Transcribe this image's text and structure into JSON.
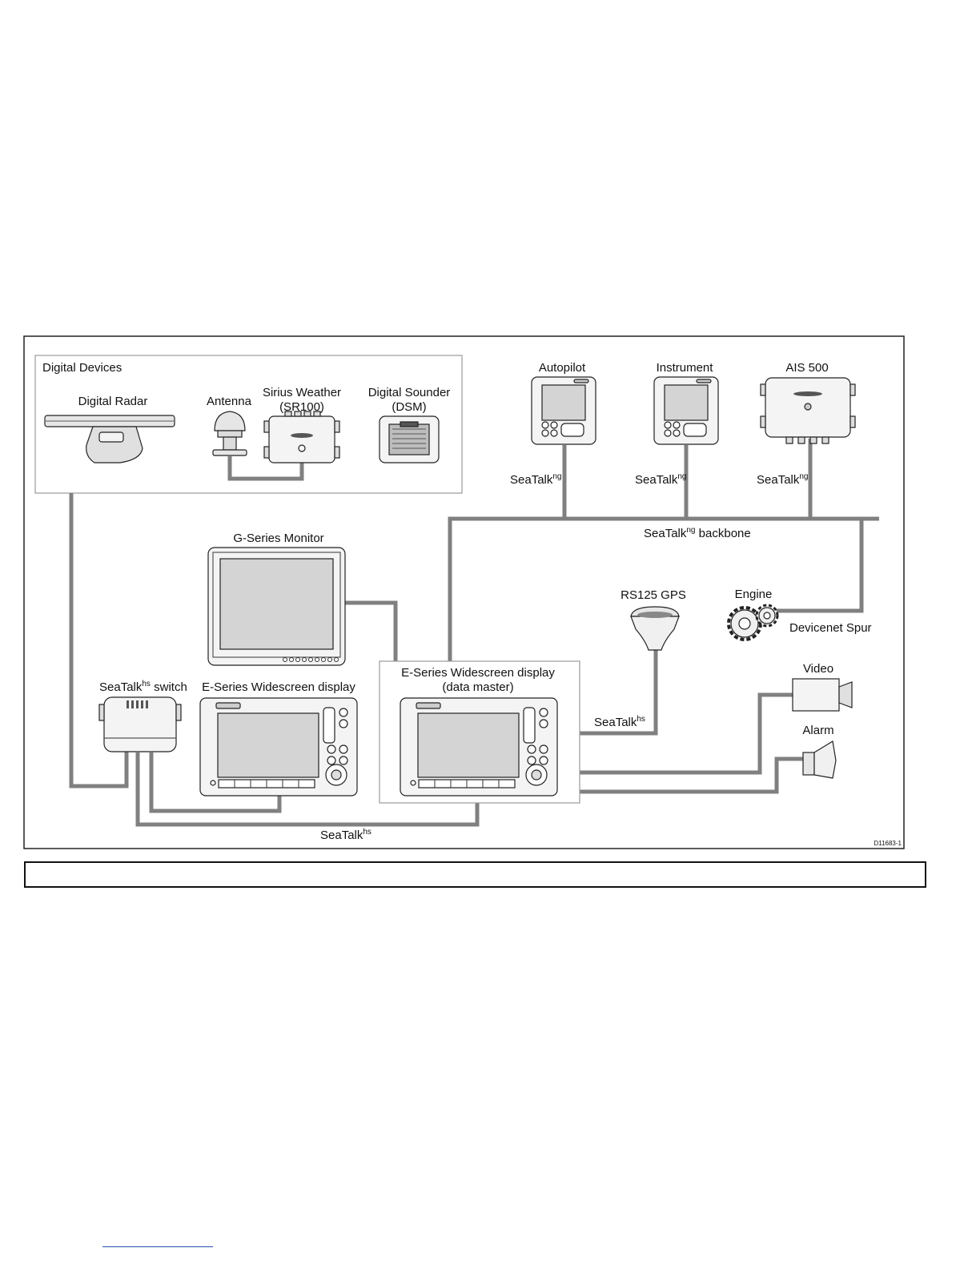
{
  "labels": {
    "digital_devices": "Digital Devices",
    "digital_radar": "Digital Radar",
    "antenna": "Antenna",
    "sirius_line1": "Sirius Weather",
    "sirius_line2": "(SR100)",
    "sounder_line1": "Digital Sounder",
    "sounder_line2": "(DSM)",
    "autopilot": "Autopilot",
    "instrument": "Instrument",
    "ais": "AIS 500",
    "seatalk_prefix": "SeaTalk",
    "ng": "ng",
    "hs": "hs",
    "backbone_suffix": " backbone",
    "switch_suffix": " switch",
    "g_series_monitor": "G-Series Monitor",
    "rs125_gps": "RS125 GPS",
    "engine": "Engine",
    "devicenet_spur": "Devicenet Spur",
    "e_series_display": "E-Series Widescreen display",
    "e_series_master_line1": "E-Series Widescreen display",
    "e_series_master_line2": "(data master)",
    "video": "Video",
    "alarm": "Alarm",
    "figure_id": "D11683-1"
  },
  "colors": {
    "cable": "#808080",
    "frame": "#222222",
    "group_border": "#9a9a9a",
    "screen": "#d4d4d4",
    "device_fill": "#f4f4f4"
  },
  "icons": [
    "radar-icon",
    "antenna-icon",
    "weather-receiver-icon",
    "sounder-module-icon",
    "autopilot-controller-icon",
    "instrument-display-icon",
    "ais-transceiver-icon",
    "monitor-icon",
    "gps-antenna-icon",
    "engine-gears-icon",
    "network-switch-icon",
    "chartplotter-icon",
    "video-camera-icon",
    "alarm-horn-icon"
  ]
}
